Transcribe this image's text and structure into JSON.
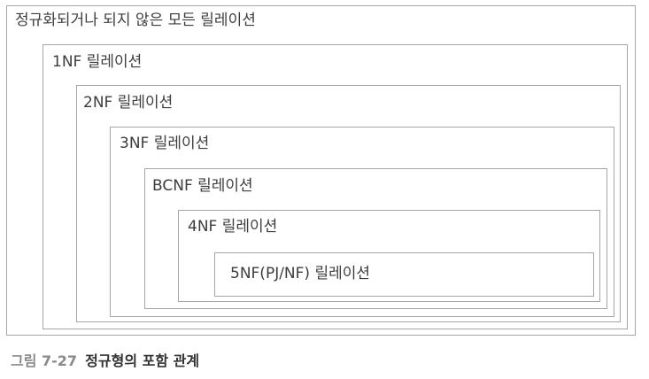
{
  "diagram": {
    "levels": [
      {
        "label": "정규화되거나 되지 않은 모든 릴레이션"
      },
      {
        "label": "1NF 릴레이션"
      },
      {
        "label": "2NF 릴레이션"
      },
      {
        "label": "3NF 릴레이션"
      },
      {
        "label": "BCNF 릴레이션"
      },
      {
        "label": "4NF 릴레이션"
      },
      {
        "label": "5NF(PJ/NF) 릴레이션"
      }
    ]
  },
  "caption": {
    "number": "그림 7-27",
    "title": "정규형의 포함 관계"
  }
}
